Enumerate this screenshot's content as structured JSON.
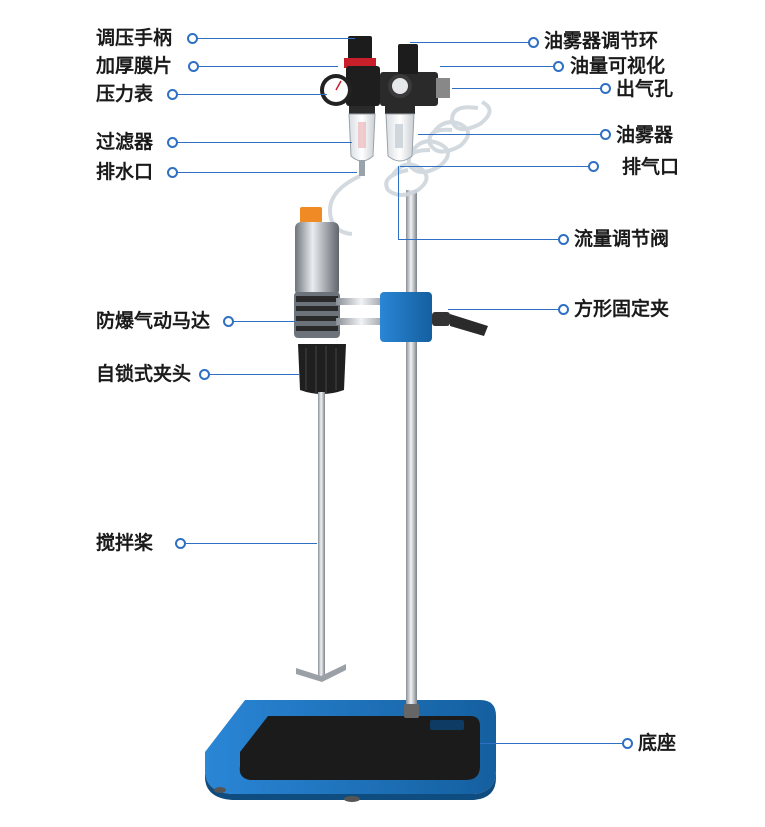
{
  "labels": {
    "handle": "调压手柄",
    "diaphragm": "加厚膜片",
    "gauge": "压力表",
    "filter": "过滤器",
    "drain": "排水口",
    "motor": "防爆气动马达",
    "chuck": "自锁式夹头",
    "paddle": "搅拌桨",
    "mist_ring": "油雾器调节环",
    "oil_level": "油量可视化",
    "outlet": "出气孔",
    "lubricator": "油雾器",
    "exhaust": "排气口",
    "flow_valve": "流量调节阀",
    "clamp": "方形固定夹",
    "base": "底座"
  },
  "colors": {
    "accent": "#2f6fc4",
    "clamp_blue": "#1f79c9",
    "base_pad": "#1b1b1b",
    "orange": "#f08a24",
    "red_cap": "#c8202a"
  }
}
